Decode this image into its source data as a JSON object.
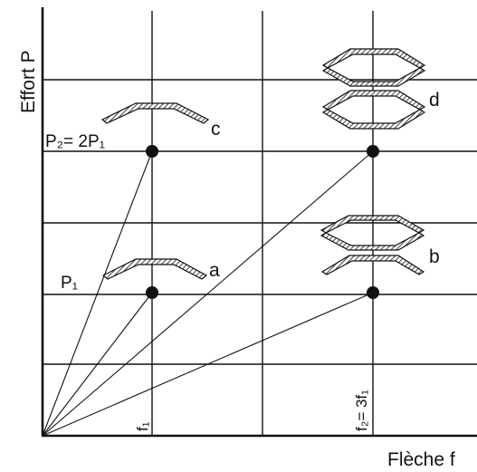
{
  "axes": {
    "y_label": "Effort P",
    "x_label": "Flèche f"
  },
  "annotations": {
    "p2": "P₂= 2P₁",
    "p1": "P₁",
    "f1": "f₁",
    "f2": "f₂= 3f₁"
  },
  "springs": {
    "a": "a",
    "b": "b",
    "c": "c",
    "d": "d"
  },
  "colors": {
    "ink": "#111111",
    "background": "#ffffff"
  }
}
